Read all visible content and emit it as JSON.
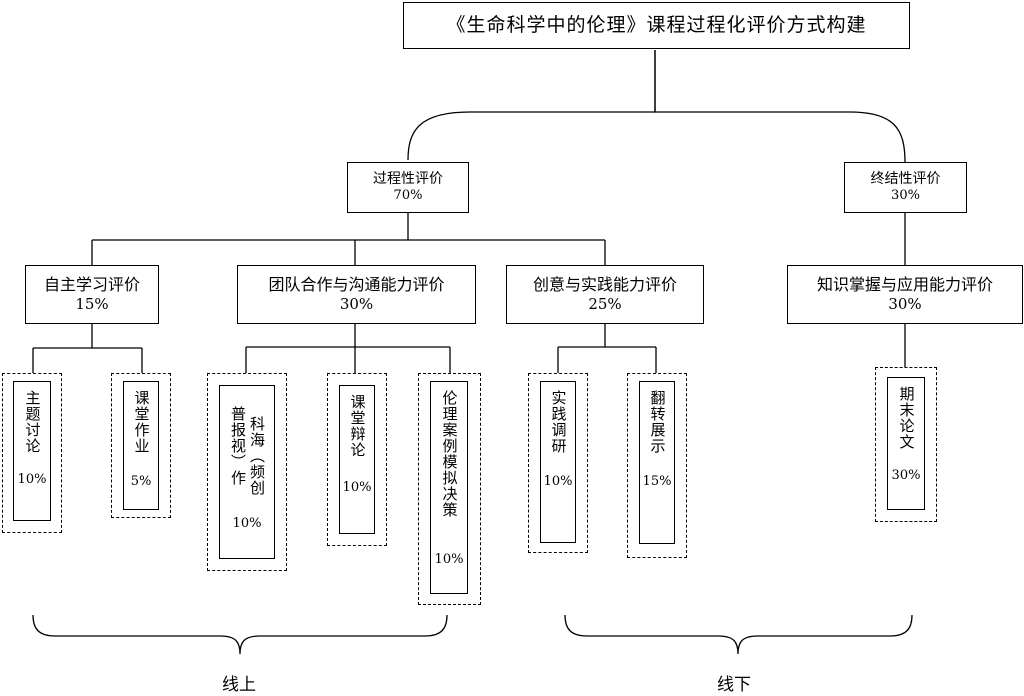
{
  "title": "《生命科学中的伦理》课程过程化评价方式构建",
  "process": {
    "name": "过程性评价",
    "pct": "70%"
  },
  "summative": {
    "name": "终结性评价",
    "pct": "30%"
  },
  "self_study": {
    "name": "自主学习评价",
    "pct": "15%"
  },
  "teamwork": {
    "name": "团队合作与沟通能力评价",
    "pct": "30%"
  },
  "creative": {
    "name": "创意与实践能力评价",
    "pct": "25%"
  },
  "knowledge": {
    "name": "知识掌握与应用能力评价",
    "pct": "30%"
  },
  "leaves": {
    "topic_discussion": {
      "text": "主题讨论",
      "pct": "10%"
    },
    "class_homework": {
      "text": "课堂作业",
      "pct": "5%"
    },
    "science_video_col1": "普报视）作",
    "science_video_col2": "科海（频创",
    "science_video_pct": "10%",
    "class_debate": {
      "text": "课堂辩论",
      "pct": "10%"
    },
    "ethics_case": {
      "text": "伦理案例模拟决策",
      "pct": "10%"
    },
    "practice_research": {
      "text": "实践调研",
      "pct": "10%"
    },
    "flipped_show": {
      "text": "翻转展示",
      "pct": "15%"
    },
    "final_paper": {
      "text": "期末论文",
      "pct": "30%"
    }
  },
  "online_label": "线上",
  "offline_label": "线下"
}
